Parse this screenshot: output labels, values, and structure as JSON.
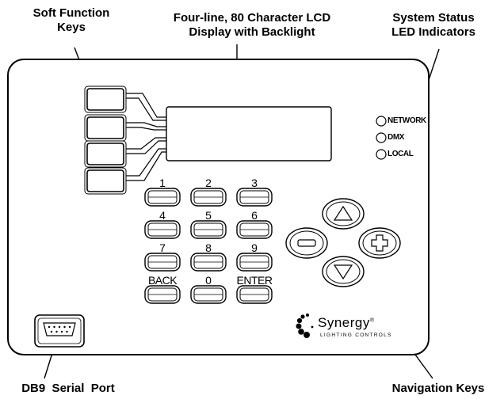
{
  "callouts": {
    "soft_keys": [
      "Soft Function",
      "Keys"
    ],
    "lcd": [
      "Four-line, 80 Character LCD",
      "Display with Backlight"
    ],
    "status": [
      "System Status",
      "LED Indicators"
    ],
    "serial": "DB9  Serial  Port",
    "nav": "Navigation Keys"
  },
  "leds": [
    "NETWORK",
    "DMX",
    "LOCAL"
  ],
  "keypad": {
    "row1": [
      "1",
      "2",
      "3"
    ],
    "row2": [
      "4",
      "5",
      "6"
    ],
    "row3": [
      "7",
      "8",
      "9"
    ],
    "row4": [
      "BACK",
      "0",
      "ENTER"
    ]
  },
  "brand": {
    "name": "Synergy",
    "registered": "®",
    "tagline": "LIGHTING CONTROLS"
  },
  "icons": {
    "up": "triangle-up-icon",
    "down": "triangle-down-icon",
    "minus": "minus-icon",
    "plus": "plus-icon",
    "serial": "db9-connector-icon"
  }
}
